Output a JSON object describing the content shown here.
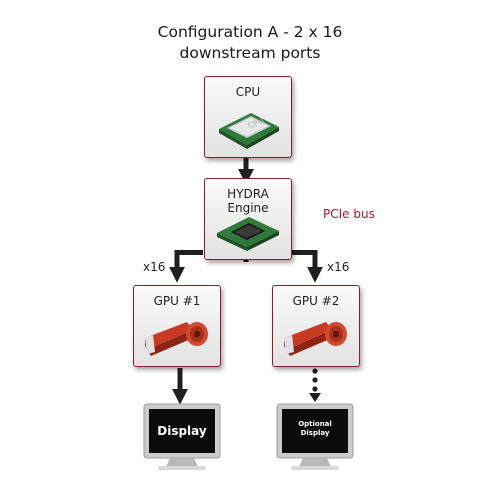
{
  "title": {
    "line1": "Configuration A - 2 x 16",
    "line2": "downstream ports"
  },
  "nodes": {
    "cpu": {
      "label": "CPU",
      "chip_text": "CPU"
    },
    "hydra": {
      "label": "HYDRA Engine"
    },
    "gpu1": {
      "label": "GPU #1"
    },
    "gpu2": {
      "label": "GPU #2"
    }
  },
  "bus_label": "PCIe bus",
  "lanes": {
    "left": "x16",
    "right": "x16"
  },
  "displays": {
    "left": {
      "label": "Display"
    },
    "right": {
      "line1": "Optional",
      "line2": "Display"
    }
  },
  "colors": {
    "accent": "#a4192c",
    "box_border": "#8a1f2b",
    "arrow": "#1f1f1f",
    "gpu_red": "#b8301c"
  },
  "icons": {
    "cpu": "cpu-chip-icon",
    "hydra": "hydra-chip-icon",
    "gpu": "graphics-card-icon",
    "display": "monitor-icon"
  }
}
